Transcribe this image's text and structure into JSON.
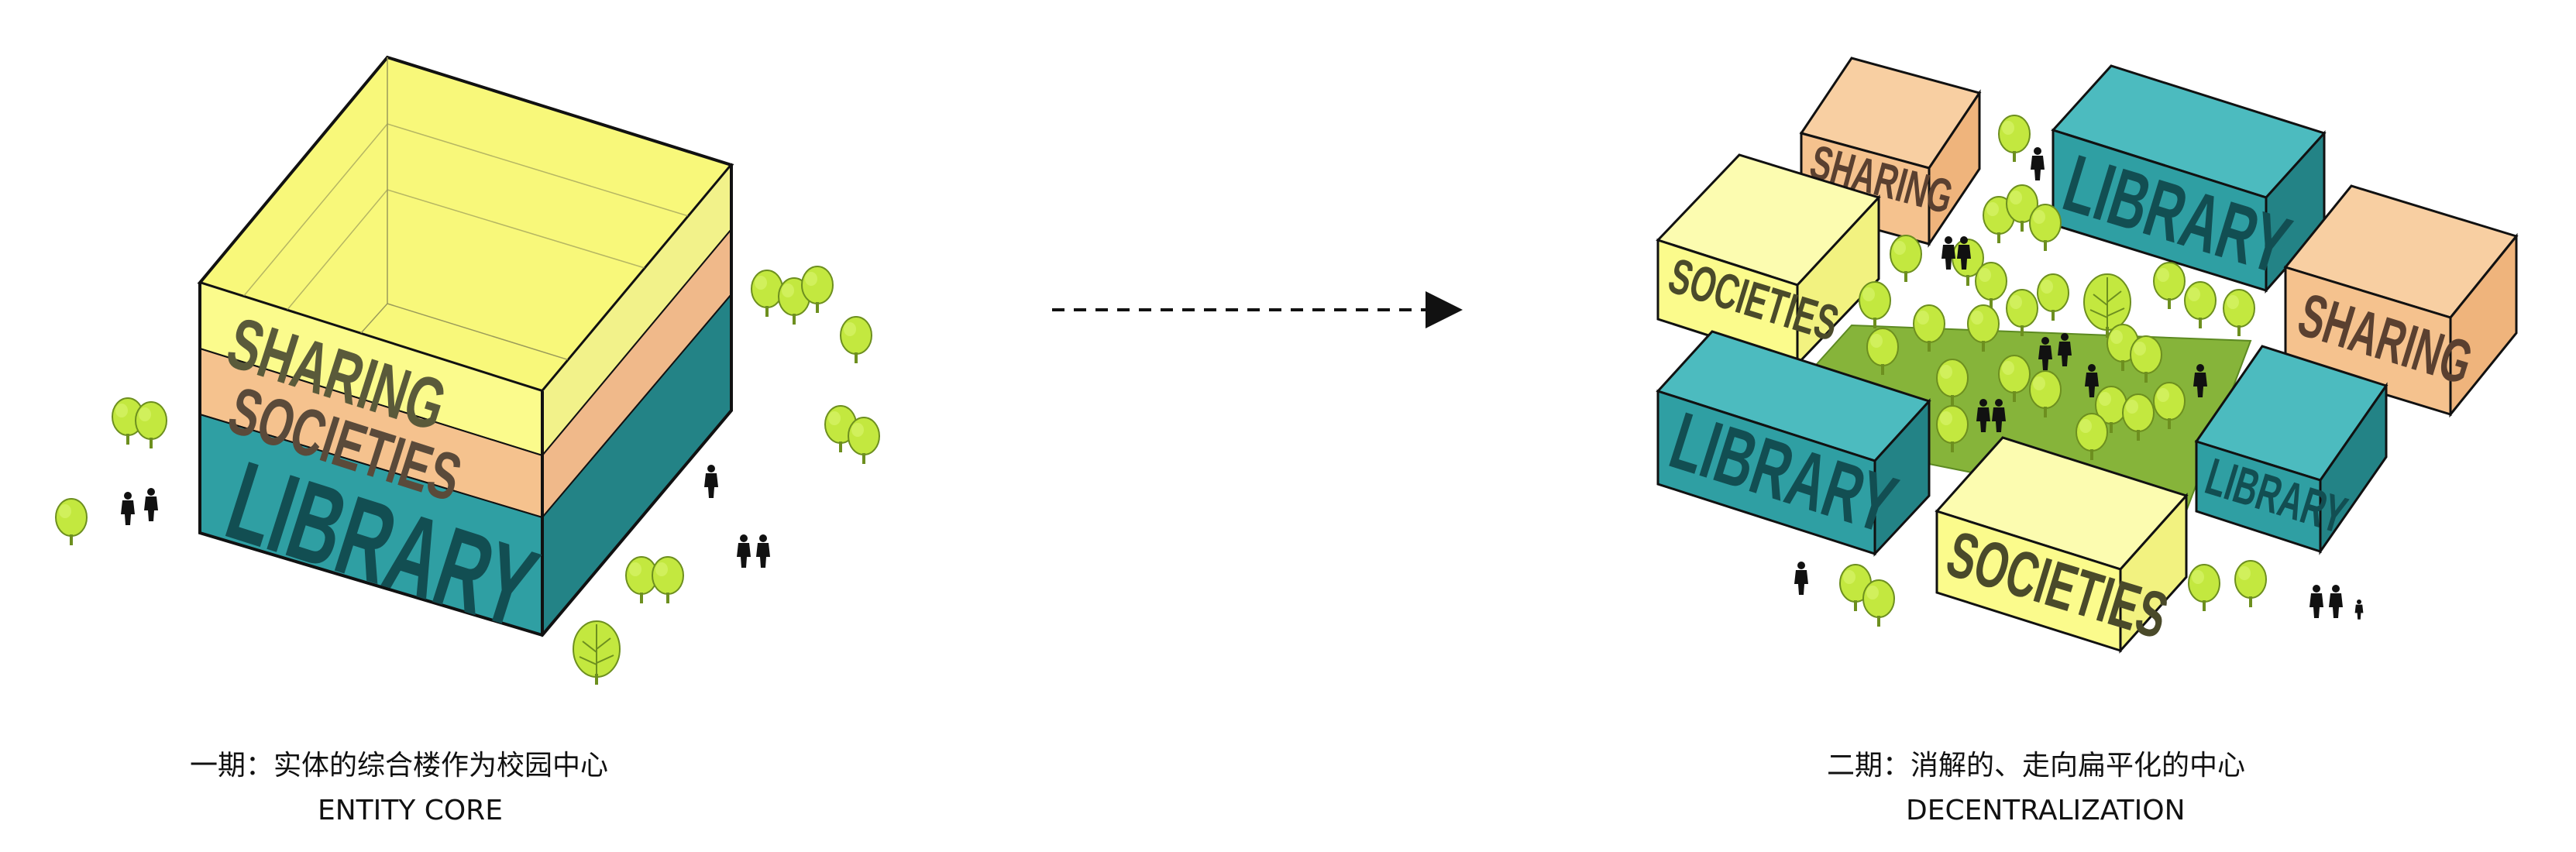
{
  "colors": {
    "yellow": "#fbfb8c",
    "orange": "#f5c28e",
    "teal": "#2f9fa3",
    "teal_dark": "#238386",
    "grass": "#86b43a",
    "tree": "#c3e83f",
    "line": "#111111"
  },
  "left_figure": {
    "layers": [
      "SHARING",
      "SOCIETIES",
      "LIBRARY"
    ],
    "caption_cn": "一期：实体的综合楼作为校园中心",
    "caption_en": "ENTITY CORE"
  },
  "right_figure": {
    "blocks": {
      "sharing_top": "SHARING",
      "library_top": "LIBRARY",
      "societies_left": "SOCIETIES",
      "sharing_right": "SHARING",
      "library_left": "LIBRARY",
      "library_right": "LIBRARY",
      "societies_bottom": "SOCIETIES"
    },
    "caption_cn": "二期：消解的、走向扁平化的中心",
    "caption_en": "DECENTRALIZATION"
  },
  "transition_arrow": "dashed-arrow-right"
}
